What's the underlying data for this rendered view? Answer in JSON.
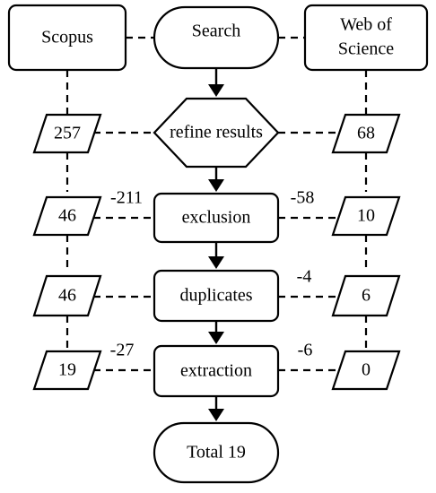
{
  "sources": {
    "left": "Scopus",
    "right_line1": "Web of",
    "right_line2": "Science"
  },
  "steps": {
    "search": "Search",
    "refine": "refine results",
    "exclusion": "exclusion",
    "duplicates": "duplicates",
    "extraction": "extraction",
    "total": "Total 19"
  },
  "scopus_counts": {
    "refine": "257",
    "exclusion": "46",
    "duplicates": "46",
    "extraction": "19"
  },
  "wos_counts": {
    "refine": "68",
    "exclusion": "10",
    "duplicates": "6",
    "extraction": "0"
  },
  "scopus_deltas": {
    "exclusion": "-211",
    "extraction": "-27"
  },
  "wos_deltas": {
    "exclusion": "-58",
    "duplicates": "-4",
    "extraction": "-6"
  }
}
